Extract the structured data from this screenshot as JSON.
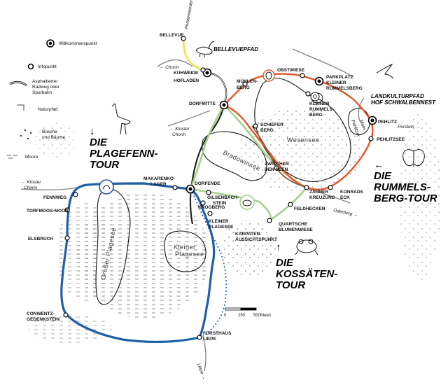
{
  "colors": {
    "plagefenn": "#1f5fa8",
    "rummelsberg": "#e2562b",
    "rummelsberg_inner": "#8b5a3c",
    "kossaeten": "#a7cf8a",
    "bellevue": "#f1e04f",
    "radweg": "#222222",
    "naturpfad": "#888888",
    "moor": "#444444"
  },
  "legend": {
    "willkommen": "Willkommenspunkt",
    "info": "Infopunkt",
    "radweg": [
      "Asphaltierter",
      "Radweg oder",
      "Spurbahn"
    ],
    "naturpfad": "Naturpfad",
    "busche": [
      "Büsche",
      "und Bäume"
    ],
    "moore": "Moore"
  },
  "tours": {
    "plagefenn": [
      "DIE",
      "PLAGEFENN-",
      "TOUR"
    ],
    "rummelsberg": [
      "DIE",
      "RUMMELS-",
      "BERG-TOUR"
    ],
    "kossaeten": [
      "DIE",
      "KOSSÄTEN-",
      "TOUR"
    ]
  },
  "features": {
    "bellevuepfad": "BELLEVUEPFAD",
    "landkultur": [
      "LANDKULTURPFAD",
      "HOF SCHWALBENNEST"
    ]
  },
  "places": {
    "bellevue": "BELLEVUE",
    "kuhweide": "KUHWEIDE",
    "hofladen": "HOFLADEN",
    "dorfmitte": "DORFMITTE",
    "muehlenberg": [
      "MÜHLEN-",
      "BERG"
    ],
    "obstwiese": "OBSTWIESE",
    "parkplatz": [
      "PARKPLATZ",
      "KLEINER",
      "RUMMELSBERG"
    ],
    "kleiner_rummelsberg": [
      "KLEINER",
      "RUMMELS-",
      "BERG"
    ],
    "schieferberg": [
      "SCHIEFER",
      "BERG"
    ],
    "pehlitz": "PEHLITZ",
    "pehlitzsee": "PEHLITZSEE",
    "makarenkolager": [
      "MAKARENKO-",
      "LAGER"
    ],
    "dorfende": "DORFENDE",
    "gilsenbachstein": [
      "GILSENBACH-",
      "STEIN"
    ],
    "krogberg": "KROGBERG",
    "zwischen": [
      "ZWISCHEN",
      "DEN SEEN"
    ],
    "zauner": [
      "ZAUNER",
      "KREUZUNG"
    ],
    "konradseck": [
      "KONRADS",
      "ECK"
    ],
    "feldhecken": "FELDHECKEN",
    "quartsche": [
      "QUARTSCHE",
      "BLUMENWIESE"
    ],
    "karpaten": [
      "KARPATEN-",
      "AUSSICHTSPUNKT"
    ],
    "kleiner_plagesee": [
      "KLEINER",
      "PLAGESEE"
    ],
    "fennweg": "FENNWEG",
    "torfmoos": "TORFMOOS-MOOR",
    "elsbruch": "ELSBRUCH",
    "conwentz": [
      "CONWENTZ-",
      "GEDENKSTEIN"
    ],
    "forsthaus": [
      "FORSTHAUS",
      "LIEPE"
    ]
  },
  "lakes": {
    "wesensee": "Wesensee",
    "bradowinsee": "Bradowinsee",
    "grosser": "Großer Plagesee",
    "kleiner": [
      "Kleiner",
      "Plagesee"
    ],
    "pehlitzer": "Pehlitzer",
    "moor": "Moor"
  },
  "roads": {
    "porstenwerder": "Porstenwerder",
    "chorin1": "← Chorin",
    "kloster_chorin1": [
      "← Kloster",
      "Chorin"
    ],
    "kloster_chorin2": [
      "← Kloster",
      "Chorin"
    ],
    "porstein": "Porstein →",
    "oderberg": "Oderberg →",
    "liepe": "Liepe →"
  },
  "scale": {
    "zero": "0",
    "mid": "250",
    "max": "500",
    "unit": "Meter"
  }
}
